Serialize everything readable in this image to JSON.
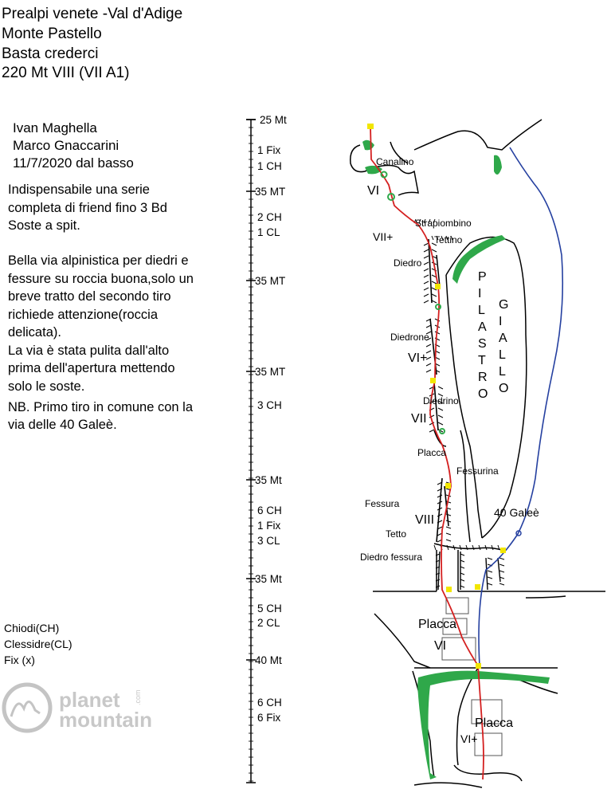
{
  "header": {
    "line1": "Prealpi venete -Val d'Adige",
    "line2": "Monte Pastello",
    "line3": "Basta crederci",
    "line4": "220 Mt VIII (VII A1)"
  },
  "info": {
    "author1": "Ivan Maghella",
    "author2": "Marco Gnaccarini",
    "date": "11/7/2020 dal basso",
    "gear1": "Indispensabile una serie",
    "gear2": "completa di friend fino 3 Bd",
    "gear3": "Soste a spit.",
    "desc1": "Bella via alpinistica per diedri e",
    "desc2": "fessure su roccia buona,solo un",
    "desc3": "breve tratto del secondo tiro",
    "desc4": "richiede attenzione(roccia",
    "desc5": "delicata).",
    "desc6": "La via è stata pulita dall'alto",
    "desc7": "prima dell'apertura mettendo",
    "desc8": "solo le soste.",
    "nb1": "NB. Primo tiro in comune con la",
    "nb2": "via delle 40 Galeè."
  },
  "legend": {
    "ch": "Chiodi(CH)",
    "cl": "Clessidre(CL)",
    "fix": "Fix (x)"
  },
  "logo": {
    "line1": "planet",
    "line2": "mountain",
    "suffix": ".com"
  },
  "pitches": [
    {
      "length": "25 Mt",
      "gear": [
        "1 Fix",
        "1 CH"
      ]
    },
    {
      "length": "35 MT",
      "gear": [
        "2 CH",
        "1 CL"
      ]
    },
    {
      "length": "35 MT",
      "gear": []
    },
    {
      "length": "35 MT",
      "gear": [
        "3 CH"
      ]
    },
    {
      "length": "35 Mt",
      "gear": [
        "6 CH",
        "1 Fix",
        "3 CL"
      ]
    },
    {
      "length": "35 Mt",
      "gear": [
        "5 CH",
        "2 CL"
      ]
    },
    {
      "length": "40 Mt",
      "gear": [
        "6 CH",
        "6 Fix"
      ]
    }
  ],
  "topo": {
    "labels": {
      "canalino": "Canalino",
      "strapiombino": "Strapiombino",
      "tettino": "Tettino",
      "diedro": "Diedro",
      "diedrone": "Diedrone",
      "diedrino": "Diedrino",
      "placca_top": "Placca",
      "fessurina": "Fessurina",
      "fessura": "Fessura",
      "tetto": "Tetto",
      "diedro_fessura": "Diedro fessura",
      "galee": "40 Galeè",
      "placca_mid": "Placca",
      "placca_low": "Placca"
    },
    "grades": {
      "g1": "VI",
      "g2": "VII+",
      "g3": "VI+",
      "g4": "VII",
      "g5": "VIII",
      "g6": "VI",
      "g7": "VI+"
    },
    "pilastro": [
      "P",
      "I",
      "L",
      "A",
      "S",
      "T",
      "R",
      "O"
    ],
    "giallo": [
      "G",
      "I",
      "A",
      "L",
      "L",
      "O"
    ]
  },
  "colors": {
    "route": "#d42020",
    "other_route": "#2540a0",
    "vegetation": "#2fa84a",
    "belay": "#f2e600"
  }
}
